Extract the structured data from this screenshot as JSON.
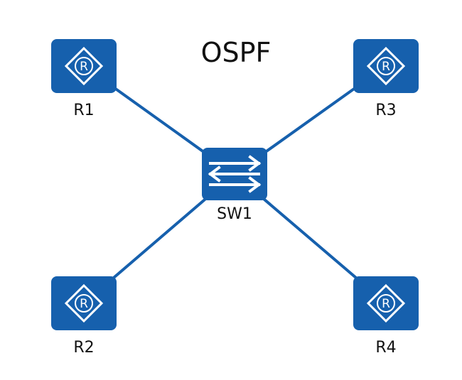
{
  "diagram": {
    "title": "OSPF",
    "colors": {
      "device": "#1660AD",
      "link": "#1660AD",
      "glyph": "#ffffff",
      "text": "#111111"
    },
    "nodes": [
      {
        "id": "R1",
        "label": "R1",
        "type": "router",
        "icon": "router-icon"
      },
      {
        "id": "R2",
        "label": "R2",
        "type": "router",
        "icon": "router-icon"
      },
      {
        "id": "R3",
        "label": "R3",
        "type": "router",
        "icon": "router-icon"
      },
      {
        "id": "R4",
        "label": "R4",
        "type": "router",
        "icon": "router-icon"
      },
      {
        "id": "SW1",
        "label": "SW1",
        "type": "switch",
        "icon": "switch-icon"
      }
    ],
    "links": [
      {
        "from": "R1",
        "to": "SW1"
      },
      {
        "from": "R2",
        "to": "SW1"
      },
      {
        "from": "R3",
        "to": "SW1"
      },
      {
        "from": "R4",
        "to": "SW1"
      }
    ]
  }
}
